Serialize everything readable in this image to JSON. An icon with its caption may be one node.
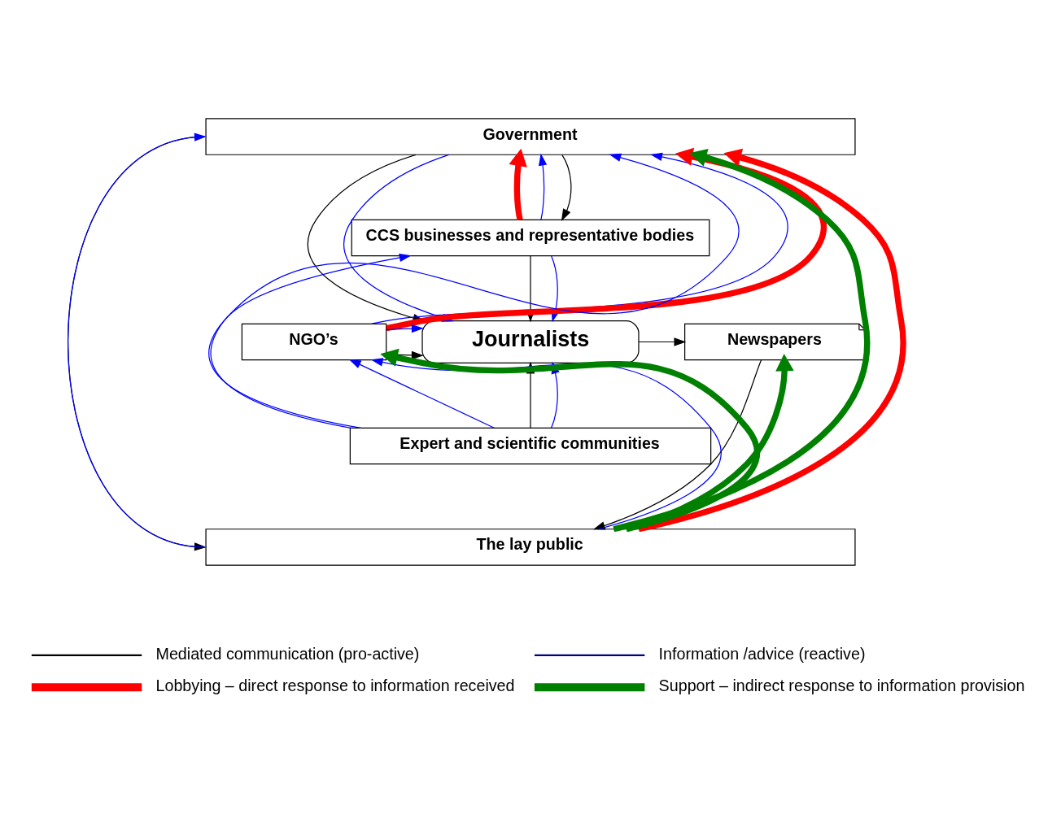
{
  "diagram": {
    "nodes": [
      {
        "text": [
          "Government"
        ]
      },
      {
        "text": [
          "CCS businesses and representative bodies"
        ]
      },
      {
        "text": [
          "NGO’s"
        ]
      },
      {
        "text": [
          "Journalists"
        ]
      },
      {
        "text": [
          "Newspapers"
        ]
      },
      {
        "text": [
          "Expert and scientific communities"
        ]
      },
      {
        "text": [
          "The lay public"
        ]
      }
    ],
    "edges": [
      {
        "from": 0,
        "to": 6,
        "arrow": "to",
        "color": "#000000"
      },
      {
        "from": 6,
        "to": 0,
        "arrow": "to",
        "color": "#0000ff"
      },
      {
        "from": 2,
        "to": 0,
        "arrow": "to",
        "color": "#0000ff"
      },
      {
        "from": 2,
        "to": 0,
        "arrow": "to",
        "style": "thick",
        "color": "#ff0000"
      },
      {
        "from": 5,
        "to": 0,
        "arrow": "to",
        "color": "#0000ff"
      },
      {
        "from": 1,
        "to": 0,
        "arrow": "to",
        "style": "thick",
        "color": "#ff0000"
      },
      {
        "from": 1,
        "to": 0,
        "arrow": "to",
        "color": "#0000ff"
      },
      {
        "from": 0,
        "to": 1,
        "arrow": "to",
        "color": "#000000"
      },
      {
        "from": 0,
        "to": 3,
        "arrow": "to",
        "color": "#000000"
      },
      {
        "from": 0,
        "to": 3,
        "arrow": "to",
        "color": "#0000ff"
      },
      {
        "from": 1,
        "to": 3,
        "arrow": "to",
        "color": "#000000"
      },
      {
        "from": 1,
        "to": 3,
        "arrow": "to",
        "color": "#0000ff"
      },
      {
        "from": 5,
        "to": 1,
        "arrow": "to",
        "color": "#0000ff"
      },
      {
        "from": 2,
        "to": 3,
        "arrow": "to",
        "color": "#000000"
      },
      {
        "from": 2,
        "to": 3,
        "arrow": "to",
        "color": "#0000ff"
      },
      {
        "from": 3,
        "to": 4,
        "arrow": "to",
        "color": "#000000"
      },
      {
        "from": 5,
        "to": 3,
        "arrow": "to",
        "color": "#000000"
      },
      {
        "from": 5,
        "to": 3,
        "arrow": "to",
        "color": "#0000ff"
      },
      {
        "from": 6,
        "to": 2,
        "arrow": "to",
        "color": "#0000ff"
      },
      {
        "from": 6,
        "to": 2,
        "arrow": "to",
        "style": "thick",
        "color": "#008000"
      },
      {
        "from": 5,
        "to": 2,
        "arrow": "to",
        "color": "#0000ff"
      },
      {
        "from": 6,
        "to": 4,
        "arrow": "to",
        "style": "thick",
        "color": "#008000"
      },
      {
        "from": 4,
        "to": 6,
        "arrow": "to",
        "color": "#000000"
      },
      {
        "from": 6,
        "to": 0,
        "arrow": "to",
        "style": "thick",
        "color": "#008000"
      },
      {
        "from": 6,
        "to": 0,
        "arrow": "to",
        "style": "thick",
        "color": "#ff0000"
      }
    ],
    "legend": [
      {
        "text": "Mediated communication (pro-active)"
      },
      {
        "text": "Information /advice (reactive)"
      },
      {
        "text": "Lobbying – direct response to information received"
      },
      {
        "text": "Support – indirect response to information provision"
      }
    ]
  }
}
